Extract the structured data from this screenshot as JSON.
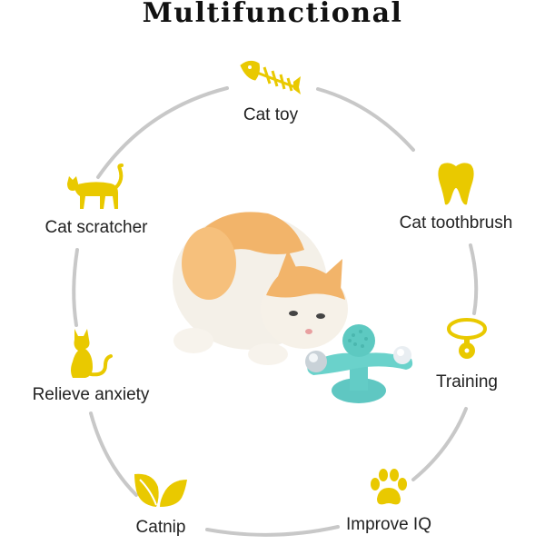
{
  "title": "Multifunctional",
  "colors": {
    "accent": "#E9C900",
    "ring": "#C8C8C8"
  },
  "features": [
    {
      "label": "Cat toy",
      "icon": "fish-bone-icon"
    },
    {
      "label": "Cat toothbrush",
      "icon": "tooth-icon"
    },
    {
      "label": "Training",
      "icon": "collar-icon"
    },
    {
      "label": "Improve IQ",
      "icon": "paw-icon"
    },
    {
      "label": "Catnip",
      "icon": "leaf-icon"
    },
    {
      "label": "Relieve anxiety",
      "icon": "sitting-cat-icon"
    },
    {
      "label": "Cat scratcher",
      "icon": "standing-cat-icon"
    }
  ],
  "photo": {
    "subject": "kitten-playing-with-windmill-toy"
  }
}
